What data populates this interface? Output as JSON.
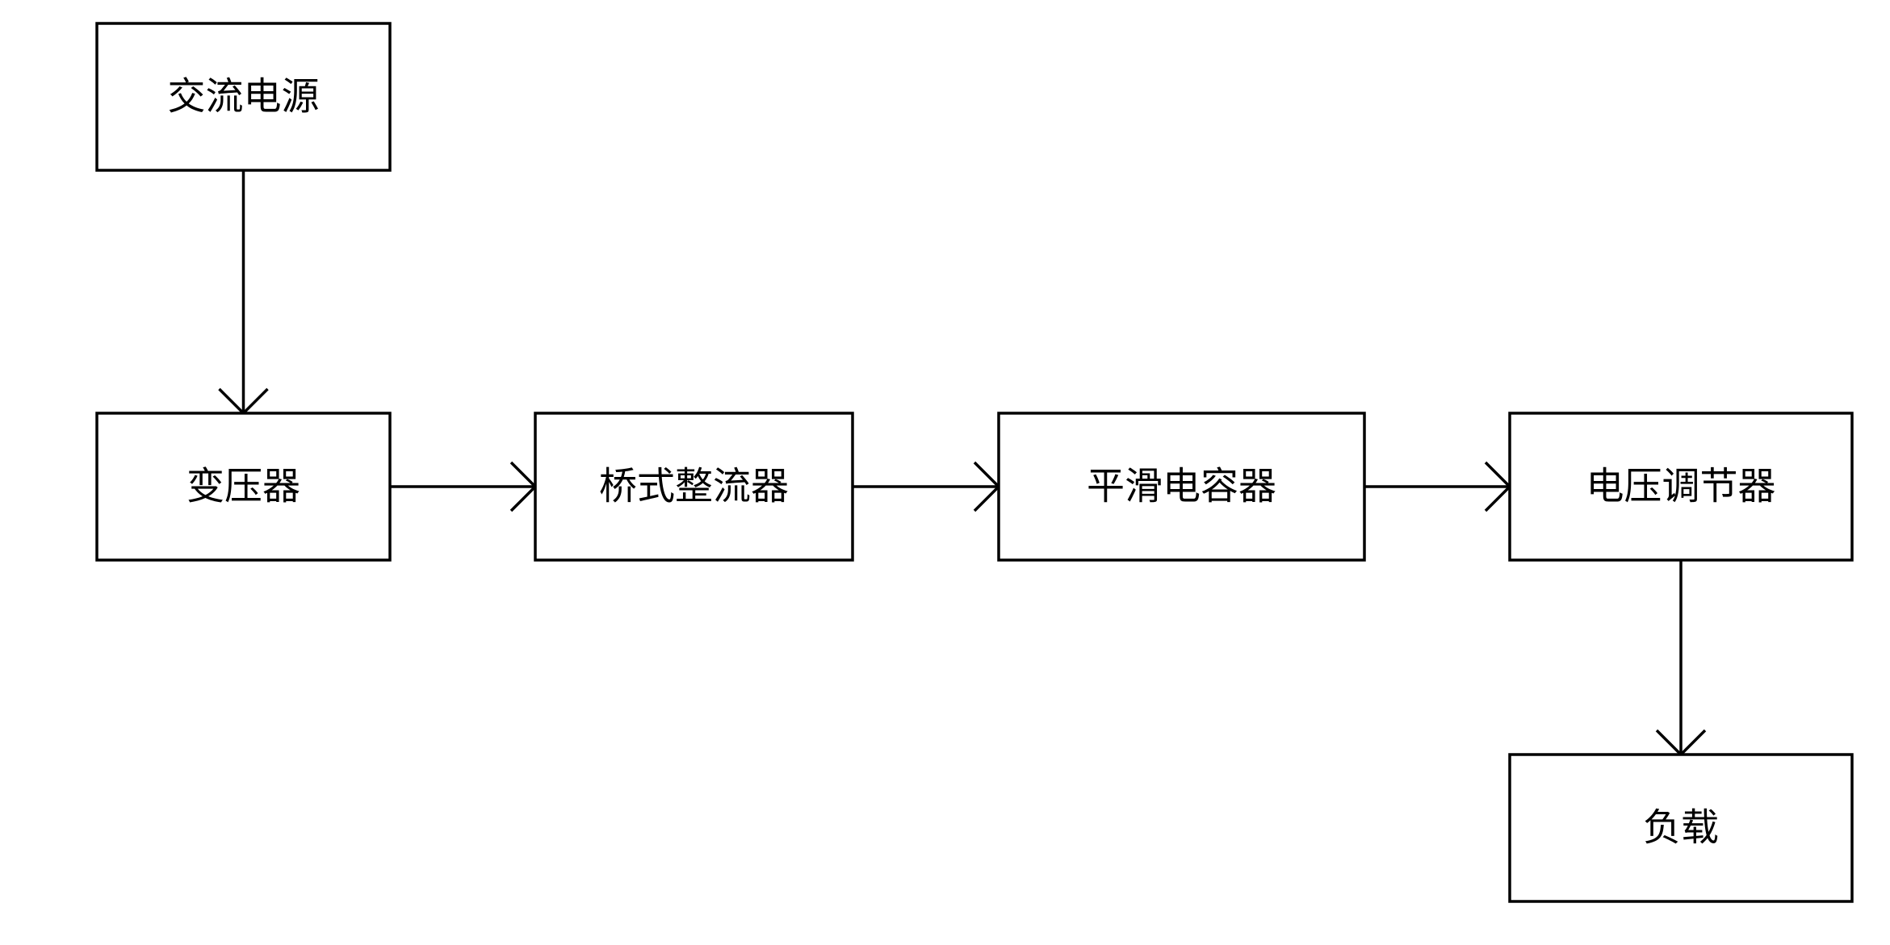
{
  "diagram": {
    "type": "flowchart",
    "colors": {
      "stroke": "#000000",
      "background": "#ffffff",
      "text": "#000000"
    },
    "nodes": [
      {
        "id": "ac_source",
        "label": "交流电源"
      },
      {
        "id": "transformer",
        "label": "变压器"
      },
      {
        "id": "bridge_rectifier",
        "label": "桥式整流器"
      },
      {
        "id": "smoothing_capacitor",
        "label": "平滑电容器"
      },
      {
        "id": "voltage_regulator",
        "label": "电压调节器"
      },
      {
        "id": "load",
        "label": "负载"
      }
    ],
    "edges": [
      {
        "from": "ac_source",
        "to": "transformer"
      },
      {
        "from": "transformer",
        "to": "bridge_rectifier"
      },
      {
        "from": "bridge_rectifier",
        "to": "smoothing_capacitor"
      },
      {
        "from": "smoothing_capacitor",
        "to": "voltage_regulator"
      },
      {
        "from": "voltage_regulator",
        "to": "load"
      }
    ]
  }
}
